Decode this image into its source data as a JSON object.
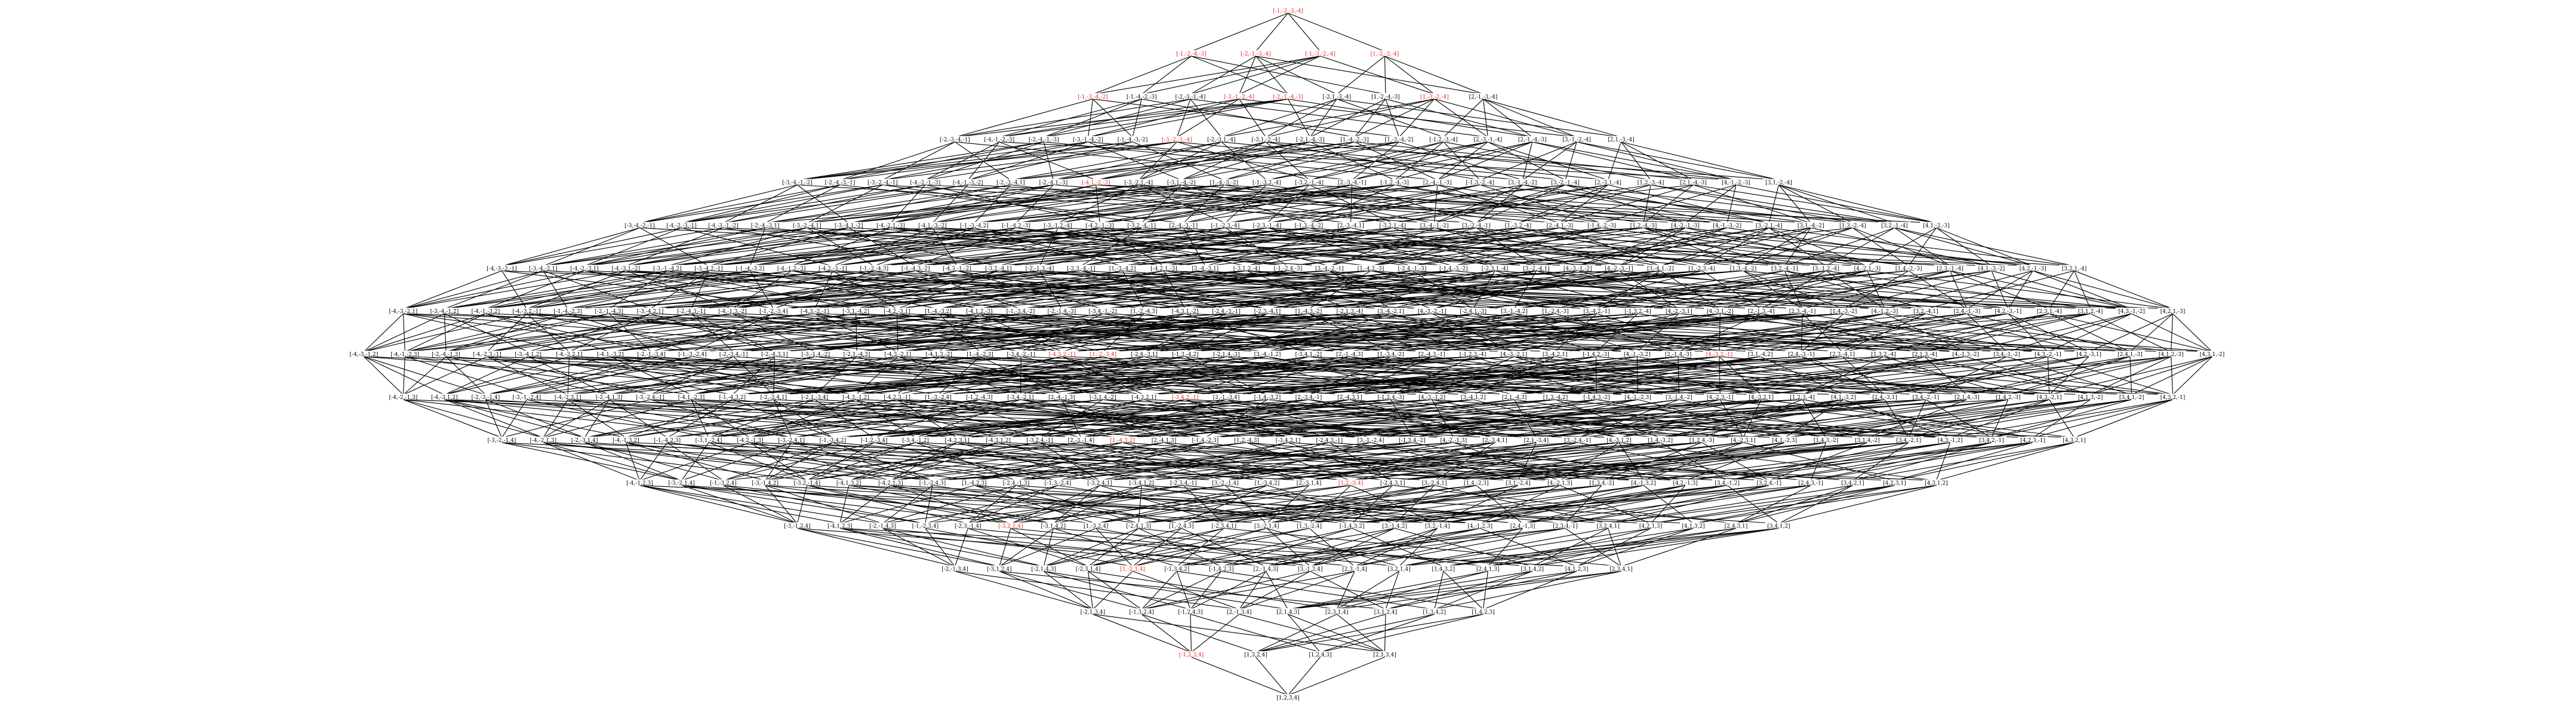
{
  "colors": {
    "background": "#ffffff",
    "edge": "#000000",
    "node_text": "#000000",
    "highlight": "#e8291c"
  },
  "diagram": {
    "type": "hasse-diagram",
    "top_label": "[-1,-2,-3,-4]",
    "bottom_label": "[1,2,3,4]",
    "highlighted_labels": [
      "[-1,-2,-3,-4]",
      "[-1,-3,-2,-4]",
      "[-2,-1,-3,-4]",
      "[-1,-2,-4,-3]",
      "[-2,-1,-4,-3]",
      "[-1,-3,-4,-2]",
      "[-3,-1,-2,-4]",
      "[-3,-2,-1,-4]",
      "[1,-2,-3,-4]",
      "[1,-3,-2,-4]",
      "[-4,1,-2,-3]",
      "[-3,4,2,-1]",
      "[4,-3,2,-1]",
      "[-4,3,2,-1]",
      "[1,-2,-3,4]",
      "[-3,2,1,4]",
      "[1,-2,3,4]",
      "[-1,2,3,4]",
      "[1,2,-3,4]",
      "[1,-4,3,2]"
    ]
  }
}
